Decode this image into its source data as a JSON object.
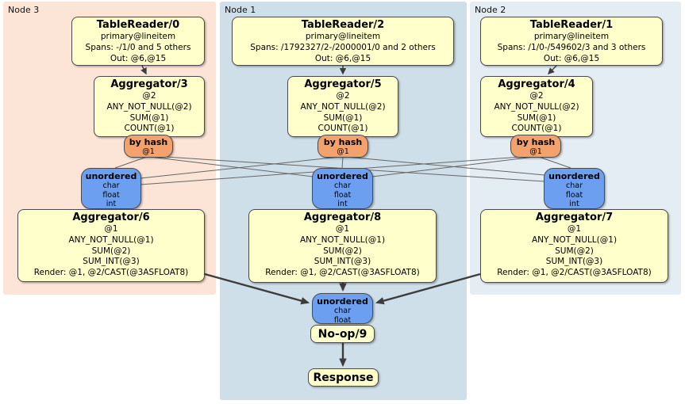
{
  "regions": [
    {
      "label": "Node 3"
    },
    {
      "label": "Node 1"
    },
    {
      "label": "Node 2"
    }
  ],
  "processors": {
    "tr0": {
      "title": "TableReader/0",
      "lines": [
        "primary@lineitem",
        "Spans: -/1/0 and 5 others",
        "Out: @6,@15"
      ]
    },
    "tr2": {
      "title": "TableReader/2",
      "lines": [
        "primary@lineitem",
        "Spans: /1792327/2-/2000001/0 and 2 others",
        "Out: @6,@15"
      ]
    },
    "tr1": {
      "title": "TableReader/1",
      "lines": [
        "primary@lineitem",
        "Spans: /1/0-/549602/3 and 3 others",
        "Out: @6,@15"
      ]
    },
    "agg3": {
      "title": "Aggregator/3",
      "lines": [
        "@2",
        "ANY_NOT_NULL(@2)",
        "SUM(@1)",
        "COUNT(@1)"
      ]
    },
    "agg5": {
      "title": "Aggregator/5",
      "lines": [
        "@2",
        "ANY_NOT_NULL(@2)",
        "SUM(@1)",
        "COUNT(@1)"
      ]
    },
    "agg4": {
      "title": "Aggregator/4",
      "lines": [
        "@2",
        "ANY_NOT_NULL(@2)",
        "SUM(@1)",
        "COUNT(@1)"
      ]
    },
    "agg6": {
      "title": "Aggregator/6",
      "lines": [
        "@1",
        "ANY_NOT_NULL(@1)",
        "SUM(@2)",
        "SUM_INT(@3)",
        "Render: @1, @2/CAST(@3ASFLOAT8)"
      ]
    },
    "agg8": {
      "title": "Aggregator/8",
      "lines": [
        "@1",
        "ANY_NOT_NULL(@1)",
        "SUM(@2)",
        "SUM_INT(@3)",
        "Render: @1, @2/CAST(@3ASFLOAT8)"
      ]
    },
    "agg7": {
      "title": "Aggregator/7",
      "lines": [
        "@1",
        "ANY_NOT_NULL(@1)",
        "SUM(@2)",
        "SUM_INT(@3)",
        "Render: @1, @2/CAST(@3ASFLOAT8)"
      ]
    },
    "noop": {
      "title": "No-op/9"
    },
    "response": {
      "title": "Response"
    }
  },
  "routers": {
    "hash_l": {
      "title": "by hash",
      "lines": [
        "@1"
      ]
    },
    "hash_m": {
      "title": "by hash",
      "lines": [
        "@1"
      ]
    },
    "hash_r": {
      "title": "by hash",
      "lines": [
        "@1"
      ]
    },
    "unord_l": {
      "title": "unordered",
      "lines": [
        "char",
        "float",
        "int"
      ]
    },
    "unord_m": {
      "title": "unordered",
      "lines": [
        "char",
        "float",
        "int"
      ]
    },
    "unord_r": {
      "title": "unordered",
      "lines": [
        "char",
        "float",
        "int"
      ]
    },
    "unord_b": {
      "title": "unordered",
      "lines": [
        "char",
        "float"
      ]
    }
  },
  "colors": {
    "node3_bg": "#fce4d7",
    "node1_bg": "#cfdfe9",
    "node2_bg": "#e4edf4",
    "proc_bg": "#ffffcc",
    "hash_bg": "#f3a26e",
    "stream_bg": "#6c9ff0",
    "box_border": "#4a4a4a",
    "edge_thin": "#666666",
    "edge_thick": "#3d3d3d"
  }
}
